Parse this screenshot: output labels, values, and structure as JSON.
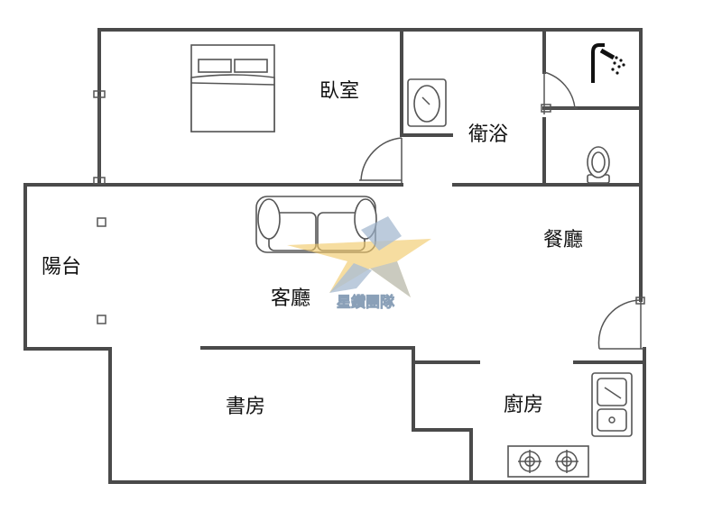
{
  "rooms": {
    "bedroom": "臥室",
    "bathroom": "衛浴",
    "dining": "餐廳",
    "balcony": "陽台",
    "living": "客廳",
    "study": "書房",
    "kitchen": "廚房"
  },
  "watermark": {
    "text": "星鑽團隊"
  },
  "icons": {
    "shower": "shower-icon",
    "toilet": "toilet-icon",
    "sink": "washbasin-icon",
    "bed": "double-bed-icon",
    "sofa": "sofa-icon",
    "kitchen_sink": "kitchen-sink-icon",
    "stove": "gas-stove-icon",
    "logo": "star-logo-icon"
  },
  "colors": {
    "wall": "#4a4a4a",
    "logo_gold": "#f2c96b",
    "logo_blue": "#9db3cc"
  }
}
